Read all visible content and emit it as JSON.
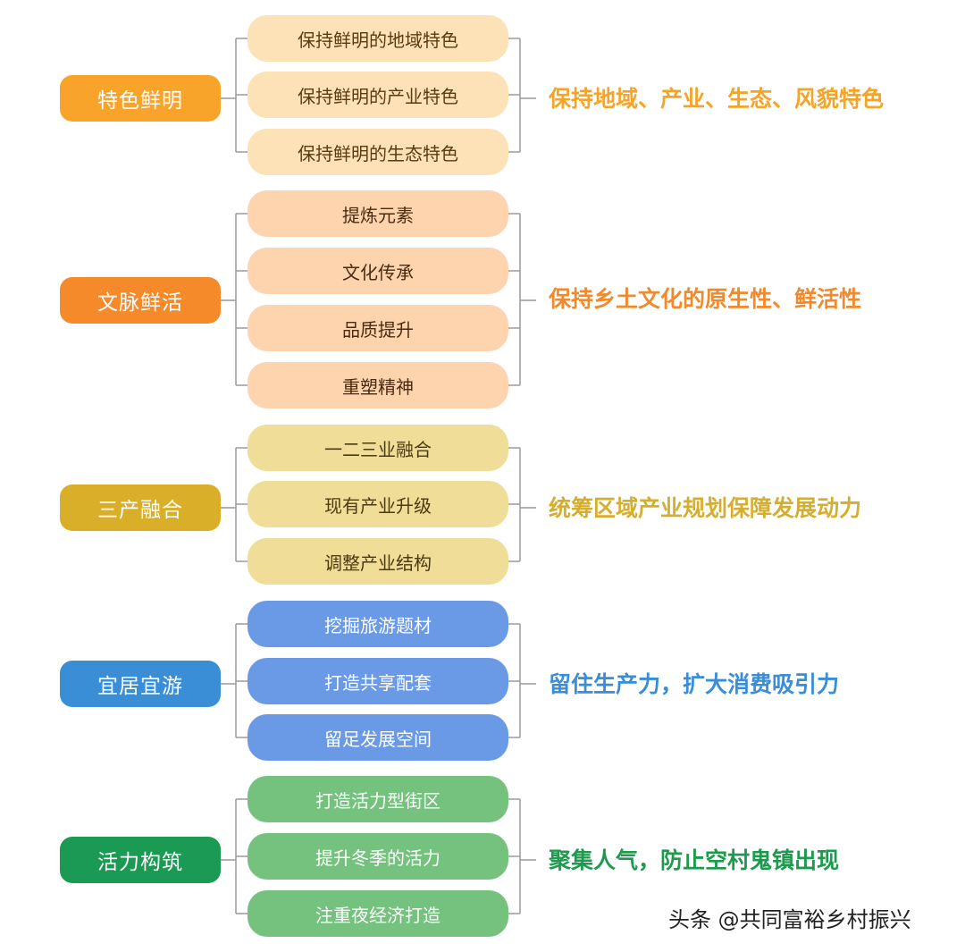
{
  "groups": [
    {
      "category": "特色鲜明",
      "items": [
        "保持鲜明的地域特色",
        "保持鲜明的产业特色",
        "保持鲜明的生态特色"
      ],
      "summary": "保持地域、产业、生态、风貌特色",
      "colors": {
        "category": "#F8A42A",
        "item_bg": "#FDE2B7",
        "item_text": "#5A3A10",
        "summary": "#F5A42A"
      }
    },
    {
      "category": "文脉鲜活",
      "items": [
        "提炼元素",
        "文化传承",
        "品质提升",
        "重塑精神"
      ],
      "summary": "保持乡土文化的原生性、鲜活性",
      "colors": {
        "category": "#F58A2A",
        "item_bg": "#FDD4AE",
        "item_text": "#4A2A10",
        "summary": "#F18A2C"
      }
    },
    {
      "category": "三产融合",
      "items": [
        "一二三业融合",
        "现有产业升级",
        "调整产业结构"
      ],
      "summary": "统筹区域产业规划保障发展动力",
      "colors": {
        "category": "#D9AE29",
        "item_bg": "#F0DD98",
        "item_text": "#4A3A10",
        "summary": "#D6AE2E"
      }
    },
    {
      "category": "宜居宜游",
      "items": [
        "挖掘旅游题材",
        "打造共享配套",
        "留足发展空间"
      ],
      "summary": "留住生产力，扩大消费吸引力",
      "colors": {
        "category": "#3A8ED6",
        "item_bg": "#6A9AE6",
        "item_text": "#FFFFFF",
        "summary": "#3A8ED6"
      }
    },
    {
      "category": "活力构筑",
      "items": [
        "打造活力型街区",
        "提升冬季的活力",
        "注重夜经济打造"
      ],
      "summary": "聚集人气，防止空村鬼镇出现",
      "colors": {
        "category": "#1A9A52",
        "item_bg": "#74C27E",
        "item_text": "#FFFFFF",
        "summary": "#1E9A4E"
      }
    }
  ],
  "watermark": "头条 @共同富裕乡村振兴",
  "line_color": "#9A9A9A"
}
